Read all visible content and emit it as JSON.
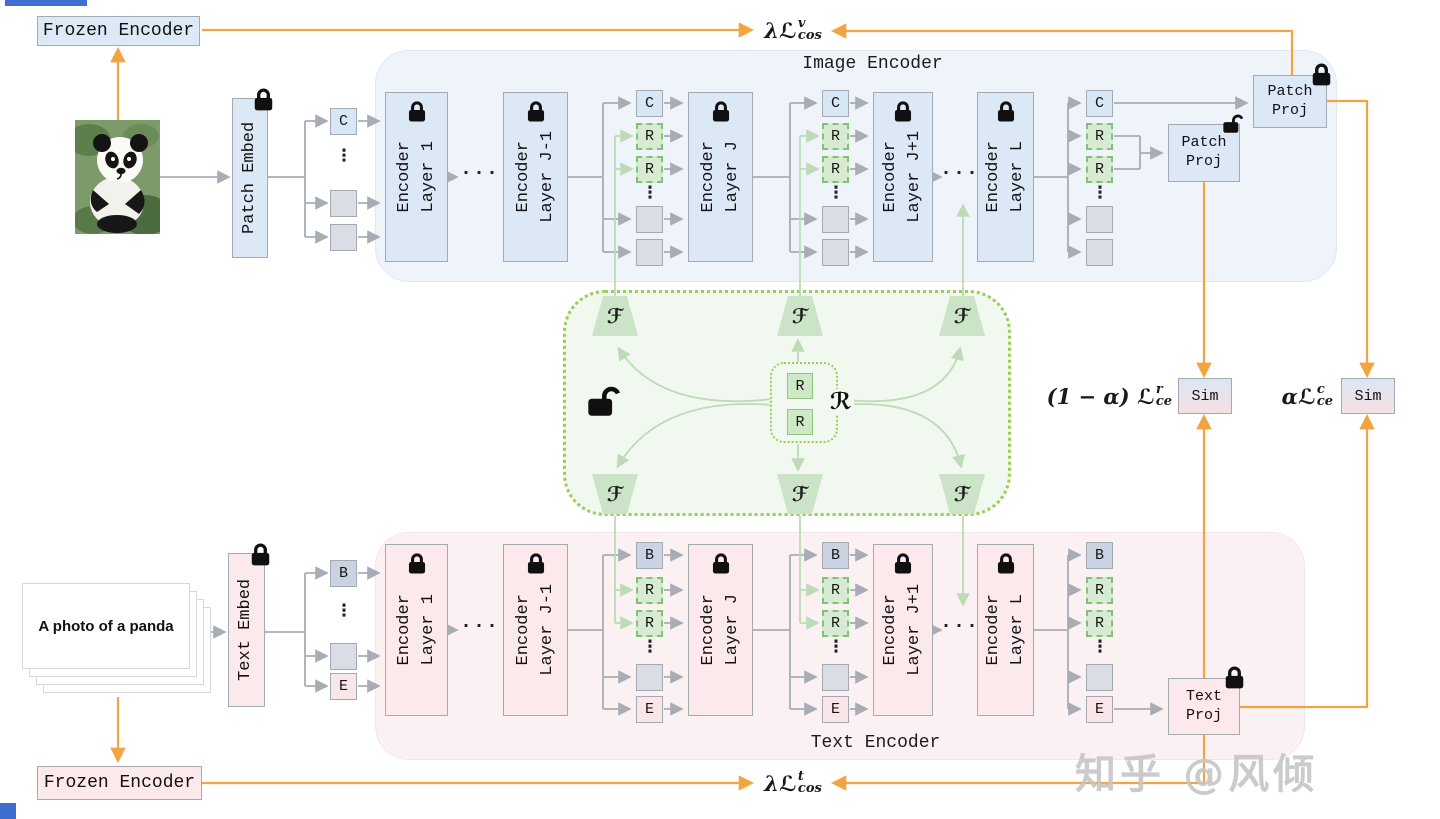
{
  "titles": {
    "image_encoder": "Image Encoder",
    "text_encoder": "Text Encoder"
  },
  "frozen_encoder": {
    "image": "Frozen Encoder",
    "text": "Frozen Encoder"
  },
  "inputs": {
    "prompt": "A photo of a panda",
    "image_alt": "panda-photo"
  },
  "embed": {
    "patch": "Patch Embed",
    "text": "Text Embed"
  },
  "encoder_layers": [
    [
      "Encoder",
      "Layer 1"
    ],
    [
      "Encoder",
      "Layer J-1"
    ],
    [
      "Encoder",
      "Layer J"
    ],
    [
      "Encoder",
      "Layer J+1"
    ],
    [
      "Encoder",
      "Layer L"
    ]
  ],
  "tokens": {
    "cls": "C",
    "begin": "B",
    "end": "E",
    "reprogram": "R",
    "dots_v": "⋮",
    "dots_h": "..."
  },
  "proj": {
    "patch": [
      "Patch",
      "Proj"
    ],
    "text": [
      "Text",
      "Proj"
    ]
  },
  "sim_label": "Sim",
  "reprogrammer": {
    "f": "ℱ",
    "r_set": "ℛ",
    "token": "R"
  },
  "losses": {
    "cos_v": {
      "pre": "λℒ",
      "sup": "v",
      "sub": "cos"
    },
    "ce_r": {
      "pre": "(1 − α) ℒ",
      "sup": "r",
      "sub": "ce"
    },
    "ce_c": {
      "pre": "αℒ",
      "sup": "c",
      "sub": "ce"
    },
    "cos_t": {
      "pre": "λℒ",
      "sup": "t",
      "sub": "cos"
    }
  },
  "watermark": "知乎 @风倾",
  "colors": {
    "orange": "#F2A440",
    "gray_line": "#A8ADB5",
    "green_line": "#BCDBB6",
    "green_border": "#9FCB59",
    "image_fill": "#DCE8F6",
    "text_fill": "#FBE9EC",
    "reprogram_fill": "#D6EBD1",
    "artifact_blue": "#3E6ED0"
  }
}
